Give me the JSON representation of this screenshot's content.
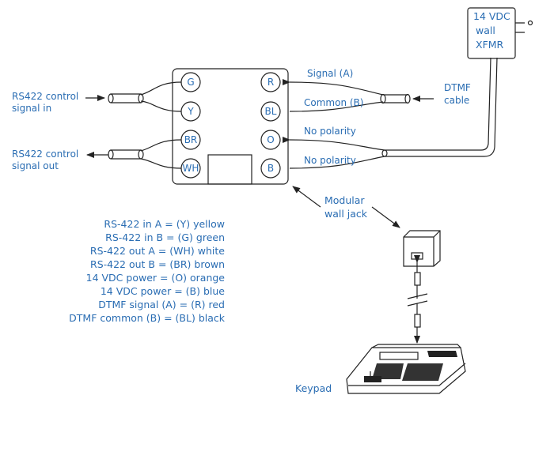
{
  "labels": {
    "rs422_in": [
      "RS422 control",
      "signal in"
    ],
    "rs422_out": [
      "RS422 control",
      "signal out"
    ],
    "signal_a": "Signal (A)",
    "common_b": "Common (B)",
    "no_polarity_1": "No polarity",
    "no_polarity_2": "No polarity",
    "dtmf_cable": [
      "DTMF",
      "cable"
    ],
    "transformer": [
      "14 VDC",
      "wall",
      "XFMR"
    ],
    "modular_jack": [
      "Modular",
      "wall jack"
    ],
    "keypad": "Keypad"
  },
  "terminals": {
    "left": [
      "G",
      "Y",
      "BR",
      "WH"
    ],
    "right": [
      "R",
      "BL",
      "O",
      "B"
    ]
  },
  "legend": [
    "RS-422 in A = (Y) yellow",
    "RS-422 in B = (G) green",
    "RS-422 out A = (WH) white",
    "RS-422 out B = (BR) brown",
    "14 VDC power = (O) orange",
    "14 VDC power = (B) blue",
    "DTMF signal (A) = (R) red",
    "DTMF common (B) = (BL) black"
  ],
  "colors": {
    "text": "#2a6db3",
    "line": "#222222"
  }
}
